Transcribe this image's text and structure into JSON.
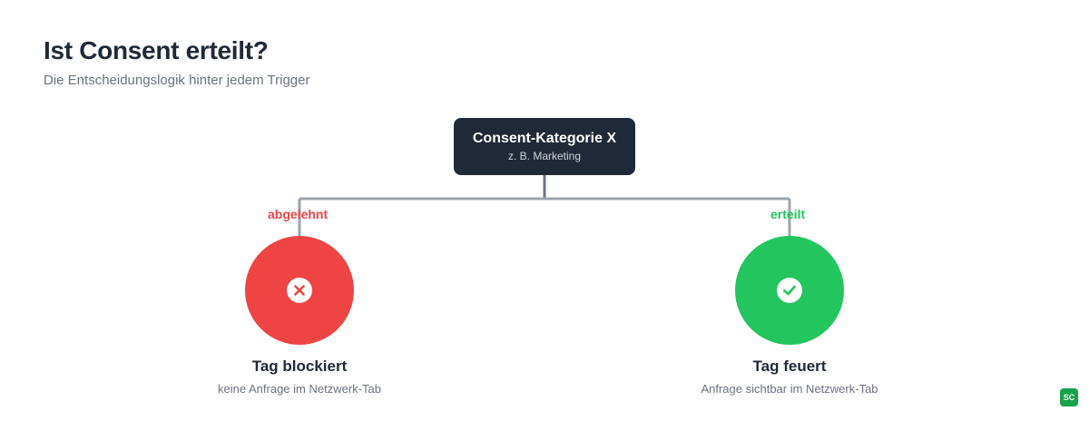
{
  "header": {
    "title": "Ist Consent erteilt?",
    "subtitle": "Die Entscheidungslogik hinter jedem Trigger"
  },
  "root": {
    "title": "Consent-Kategorie X",
    "subtitle": "z. B. Marketing"
  },
  "branches": {
    "left": {
      "label": "abgelehnt",
      "icon": "x-icon",
      "color": "#ef4444",
      "outcome_title": "Tag blockiert",
      "outcome_subtitle": "keine Anfrage im Netzwerk-Tab"
    },
    "right": {
      "label": "erteilt",
      "icon": "check-icon",
      "color": "#22c55e",
      "outcome_title": "Tag feuert",
      "outcome_subtitle": "Anfrage sichtbar im Netzwerk-Tab"
    }
  },
  "colors": {
    "dark": "#1f2937",
    "connector": "#9ca3af",
    "muted": "#6b7280"
  },
  "badge": {
    "text": "SC"
  }
}
